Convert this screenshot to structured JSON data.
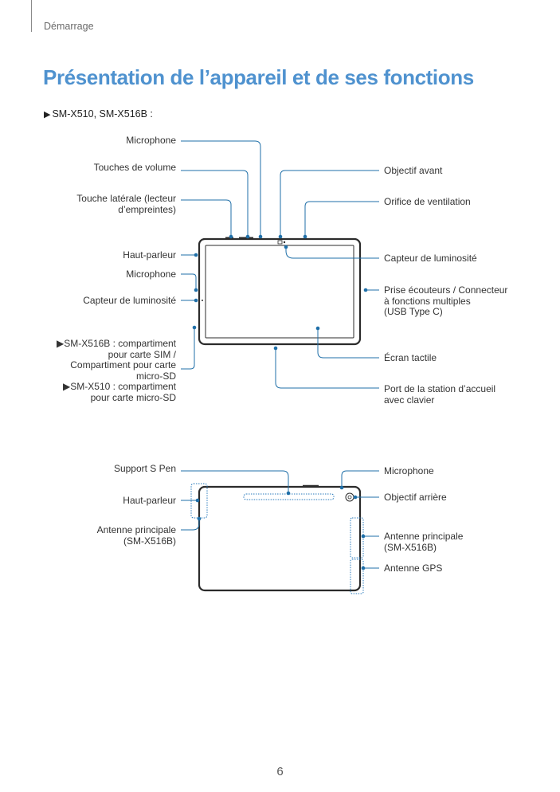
{
  "header": {
    "section": "Démarrage"
  },
  "title": "Présentation de l’appareil et de ses fonctions",
  "models_line": "SM-X510, SM-X516B :",
  "front": {
    "left_labels": [
      "Microphone",
      "Touches de volume",
      "Touche latérale (lecteur\nd’empreintes)",
      "Haut-parleur",
      "Microphone",
      "Capteur de luminosité"
    ],
    "sim_note": {
      "line1": "SM-X516B : compartiment",
      "line2": "pour carte SIM /",
      "line3": "Compartiment pour carte",
      "line4": "micro-SD",
      "line5": "SM-X510 : compartiment",
      "line6": "pour carte micro-SD"
    },
    "right_labels": [
      "Objectif avant",
      "Orifice de ventilation",
      "Capteur de luminosité",
      "Prise écouteurs / Connecteur\nà fonctions multiples\n(USB Type C)",
      "Écran tactile",
      "Port de la station d’accueil\navec clavier"
    ]
  },
  "back": {
    "left_labels": [
      "Support S Pen",
      "Haut-parleur",
      "Antenne principale\n(SM-X516B)"
    ],
    "right_labels": [
      "Microphone",
      "Objectif arrière",
      "Antenne principale\n(SM-X516B)",
      "Antenne GPS"
    ]
  },
  "page_number": "6",
  "colors": {
    "accent": "#4f92cf",
    "callout": "#1f6fa8",
    "device": "#2b2b2b"
  }
}
